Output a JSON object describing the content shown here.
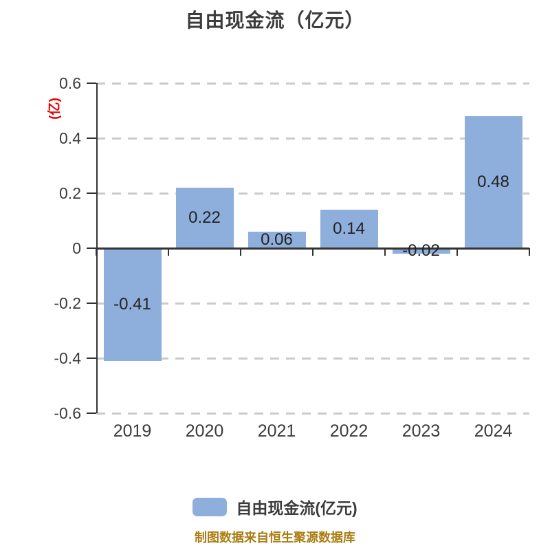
{
  "chart_data": {
    "type": "bar",
    "title": "自由现金流（亿元）",
    "ylabel": "(亿)",
    "categories": [
      "2019",
      "2020",
      "2021",
      "2022",
      "2023",
      "2024"
    ],
    "series": [
      {
        "name": "自由现金流(亿元)",
        "values": [
          -0.41,
          0.22,
          0.06,
          0.14,
          -0.02,
          0.48
        ],
        "color": "#8EAEDB"
      }
    ],
    "value_labels": [
      "-0.41",
      "0.22",
      "0.06",
      "0.14",
      "-0.02",
      "0.48"
    ],
    "xlabel": "",
    "ylim": [
      -0.6,
      0.6
    ],
    "yticks": [
      0.6,
      0.4,
      0.2,
      0,
      -0.2,
      -0.4,
      -0.6
    ],
    "ytick_labels": [
      "0.6",
      "0.4",
      "0.2",
      "0",
      "-0.2",
      "-0.4",
      "-0.6"
    ],
    "grid": "horizontal-dashed",
    "legend_position": "bottom"
  },
  "footer": {
    "source": "制图数据来自恒生聚源数据库"
  },
  "colors": {
    "background": "#FFFFFF",
    "bar": "#8EAEDB",
    "axis": "#333333",
    "grid": "#CBCBCB",
    "title_text": "#3C3C3C",
    "tick_text": "#3C3C3C",
    "value_text": "#222222",
    "ylabel_red": "#EC0000",
    "source_text": "#A97C12"
  }
}
